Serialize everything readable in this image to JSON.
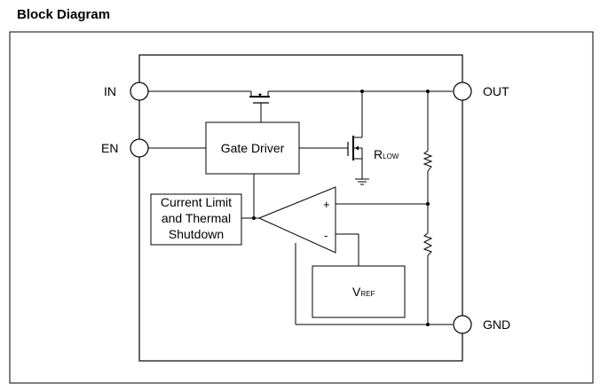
{
  "title": "Block Diagram",
  "pins": {
    "in": "IN",
    "en": "EN",
    "out": "OUT",
    "gnd": "GND"
  },
  "blocks": {
    "gate_driver": "Gate Driver",
    "current_limit": [
      "Current Limit",
      "and Thermal",
      "Shutdown"
    ],
    "vref_main": "V",
    "vref_sub": "REF"
  },
  "rlow": {
    "main": "R",
    "sub": "LOW"
  },
  "amp": {
    "plus": "+",
    "minus": "-"
  }
}
